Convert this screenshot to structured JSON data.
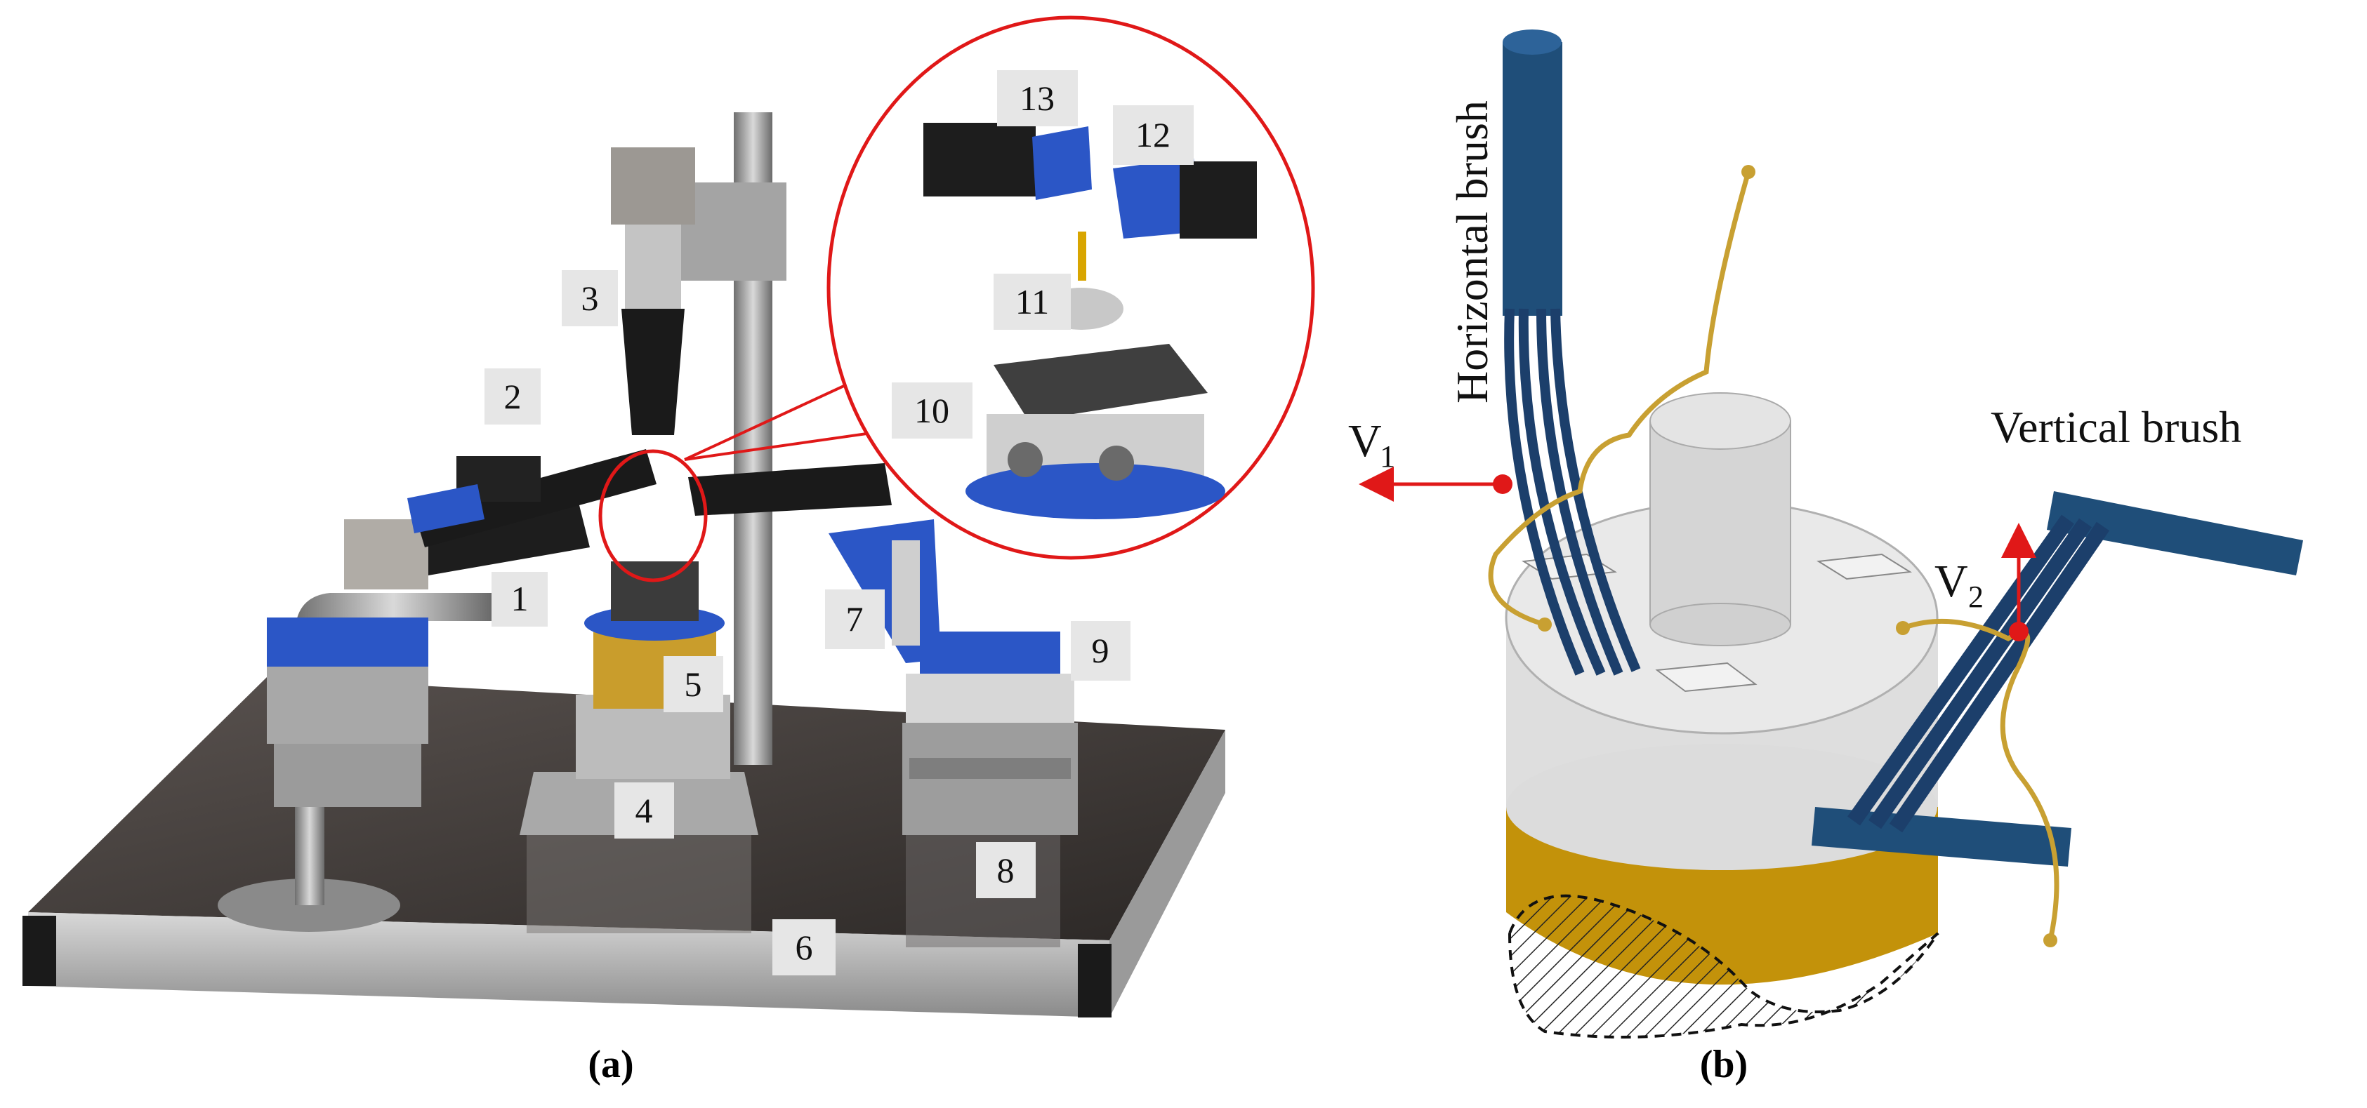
{
  "panel_a": {
    "caption": "(a)",
    "callouts": [
      "1",
      "2",
      "3",
      "4",
      "5",
      "6",
      "7",
      "8",
      "9",
      "10",
      "11",
      "12",
      "13"
    ]
  },
  "panel_b": {
    "caption": "(b)",
    "horizontal_brush_label": "Horizontal brush",
    "vertical_brush_label": "Vertical brush",
    "v1_label": "V",
    "v1_sub": "1",
    "v2_label": "V",
    "v2_sub": "2"
  },
  "colors": {
    "accent_red": "#e01818",
    "brush_blue": "#1f4e79",
    "wire_gold": "#c8a032",
    "base_gold": "#c3920a",
    "apparatus_blue": "#2b56c6"
  }
}
